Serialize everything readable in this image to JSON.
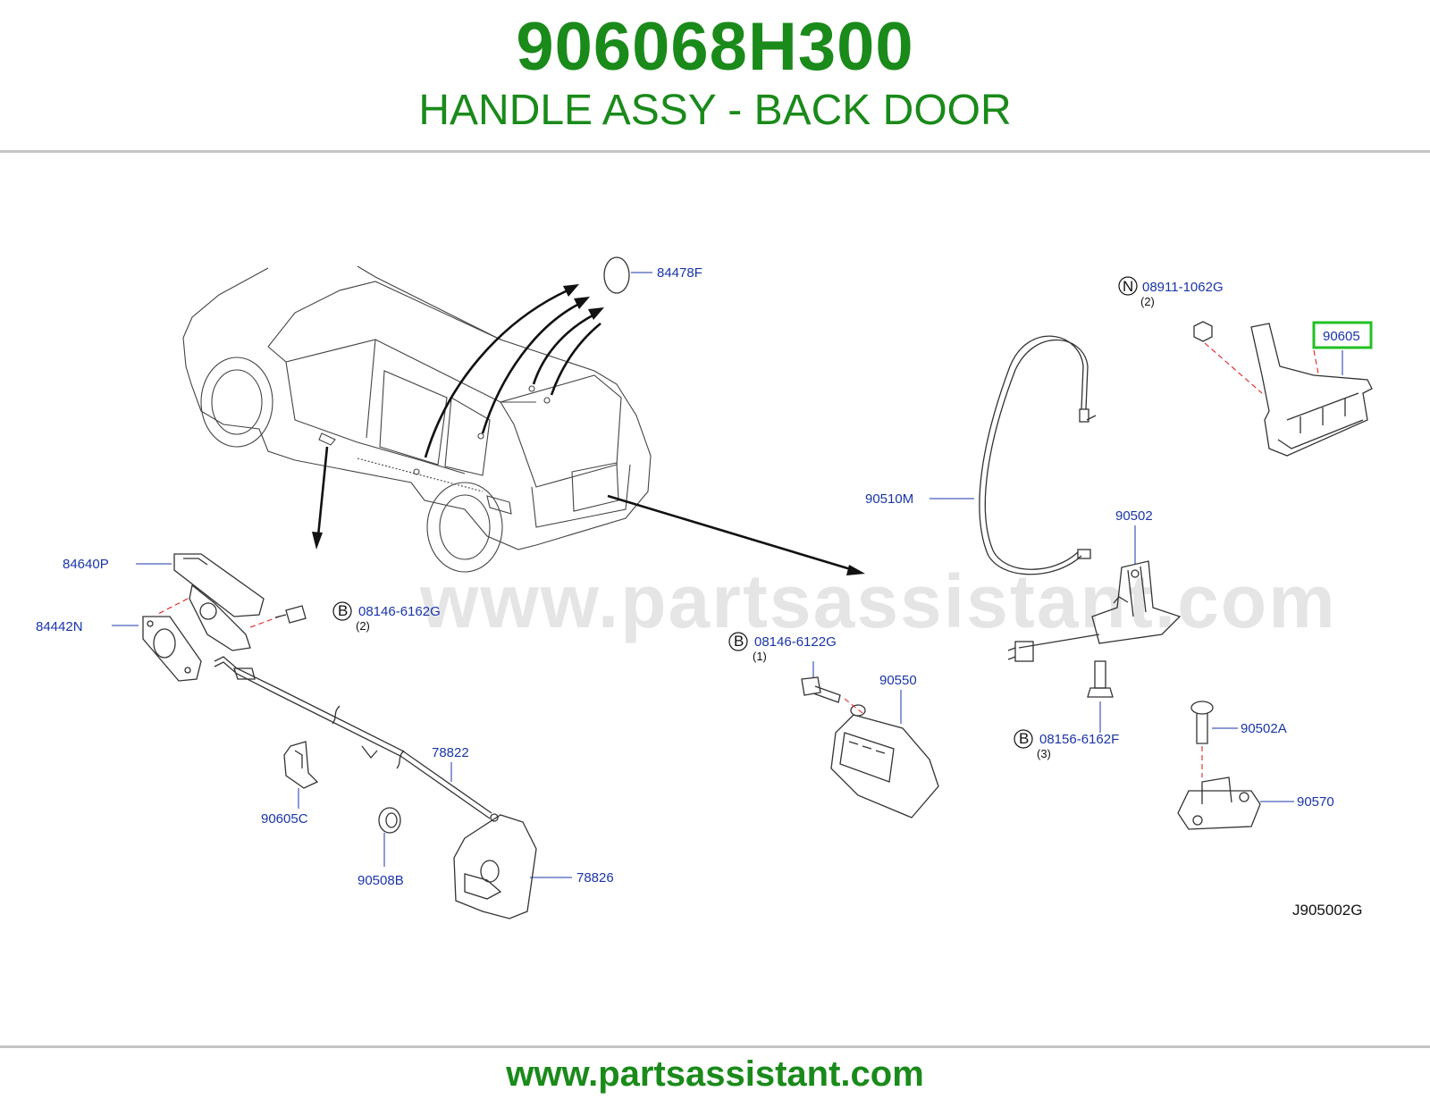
{
  "header": {
    "part_number": "906068H300",
    "title": "HANDLE ASSY - BACK DOOR"
  },
  "diagram": {
    "watermark": "www.partsassistant.com",
    "figure_code": "J905002G",
    "highlight_color": "#22c022",
    "callouts": {
      "p84478F": "84478F",
      "p08911": "08911-1062G",
      "q08911": "(2)",
      "p90605": "90605",
      "p90510M": "90510M",
      "p90502": "90502",
      "p84640P": "84640P",
      "p84442N": "84442N",
      "p08146_6162G": "08146-6162G",
      "q08146_6162G": "(2)",
      "p08146_6122G": "08146-6122G",
      "q08146_6122G": "(1)",
      "p90550": "90550",
      "p08156": "08156-6162F",
      "q08156": "(3)",
      "p90502A": "90502A",
      "p90570": "90570",
      "p78822": "78822",
      "p90605C": "90605C",
      "p90508B": "90508B",
      "p78826": "78826"
    },
    "markers": {
      "n": "N",
      "b": "B"
    }
  },
  "footer": {
    "url": "www.partsassistant.com"
  }
}
